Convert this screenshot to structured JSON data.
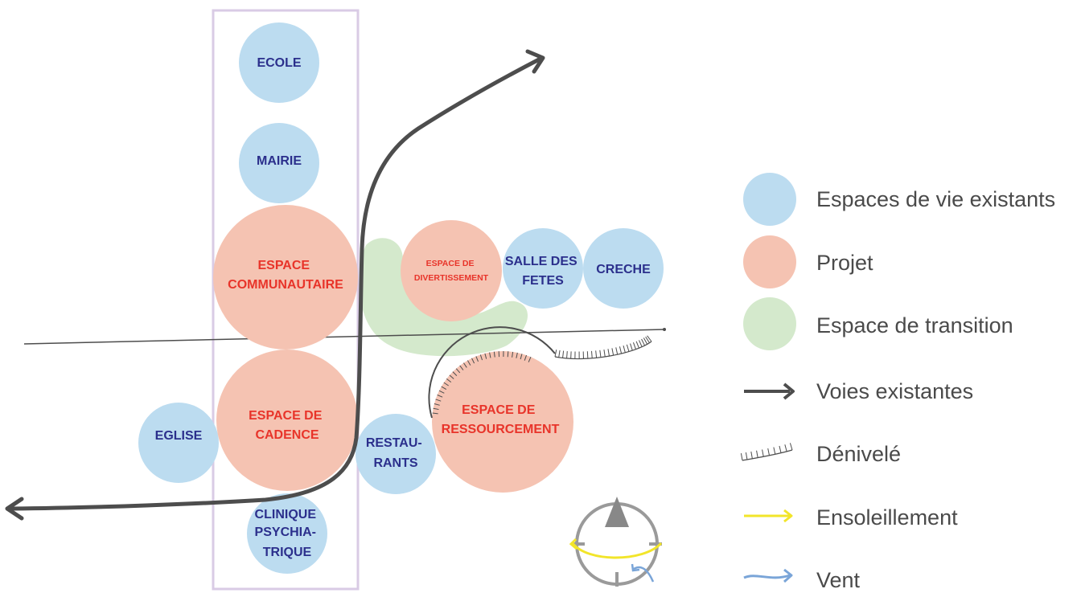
{
  "colors": {
    "existing": "#bcdcf0",
    "project": "#f5c3b2",
    "transition": "#d4e9cc",
    "road": "#4d4d4d",
    "sun": "#f2e52a",
    "wind": "#7aa5d8",
    "frame": "#d9cbe5",
    "label_blue": "#2b2f8c",
    "label_red": "#e8342a"
  },
  "spaces": {
    "ecole": [
      "ECOLE"
    ],
    "mairie": [
      "MAIRIE"
    ],
    "espace_communautaire": [
      "ESPACE",
      "COMMUNAUTAIRE"
    ],
    "espace_divertissement": [
      "ESPACE DE",
      "DIVERTISSEMENT"
    ],
    "salle_des_fetes": [
      "SALLE DES",
      "FETES"
    ],
    "creche": [
      "CRECHE"
    ],
    "eglise": [
      "EGLISE"
    ],
    "espace_cadence": [
      "ESPACE DE",
      "CADENCE"
    ],
    "restaurants": [
      "RESTAU-",
      "RANTS"
    ],
    "espace_ressourcement": [
      "ESPACE DE",
      "RESSOURCEMENT"
    ],
    "clinique": [
      "CLINIQUE",
      "PSYCHIA-",
      "TRIQUE"
    ]
  },
  "legend": {
    "existing": "Espaces de vie existants",
    "project": "Projet",
    "transition": "Espace de transition",
    "roads": "Voies existantes",
    "slope": "Dénivelé",
    "sun": "Ensoleillement",
    "wind": "Vent"
  },
  "icons": {
    "compass": "compass-icon",
    "slope": "slope-hatch-icon"
  }
}
